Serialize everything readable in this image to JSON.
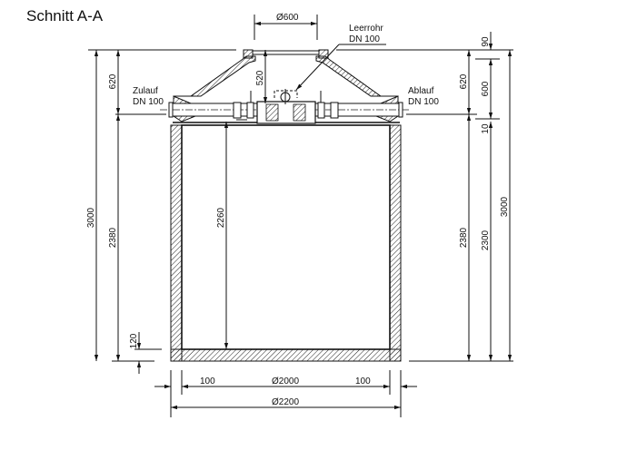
{
  "drawing": {
    "title": "Schnitt A-A",
    "labels": {
      "manhole_diameter": "Ø600",
      "empty_pipe_line1": "Leerrohr",
      "empty_pipe_line2": "DN 100",
      "inlet_line1": "Zulauf",
      "inlet_line2": "DN 100",
      "outlet_line1": "Ablauf",
      "outlet_line2": "DN 100"
    },
    "dimensions": {
      "left_total_height": "3000",
      "left_cone_height": "620",
      "left_lower_height": "2380",
      "left_floor_thickness": "120",
      "inner_height": "2260",
      "cover_height": "520",
      "right_cone_height": "620",
      "right_lower_height": "2380",
      "right_top_offset": "90",
      "right_mid": "600",
      "right_small": "10",
      "right_lower": "2300",
      "right_total_height": "3000",
      "wall_left": "100",
      "inner_diameter": "Ø2000",
      "wall_right": "100",
      "outer_diameter": "Ø2200"
    }
  }
}
